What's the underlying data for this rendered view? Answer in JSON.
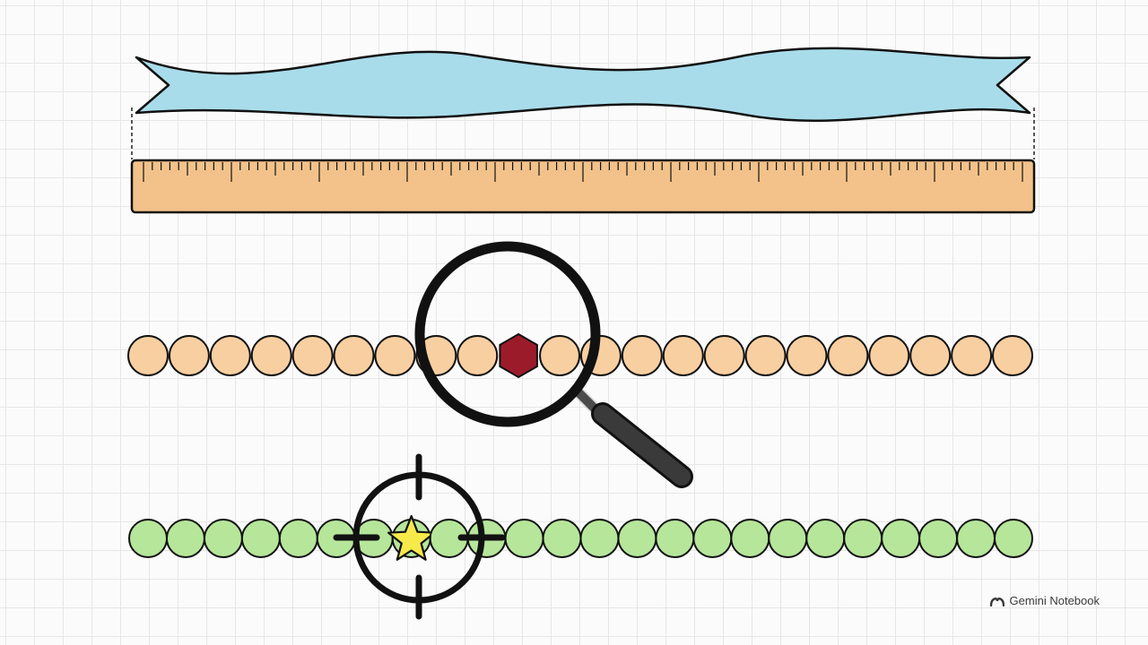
{
  "watermark": {
    "text": "Gemini Notebook"
  },
  "colors": {
    "ribbon": "#a9dcea",
    "ruler": "#f2c28a",
    "bead_orange": "#f8cfa0",
    "bead_green": "#b6e69a",
    "hexagon": "#9c1b2a",
    "star": "#f7e94a",
    "outline": "#111111"
  },
  "icons": {
    "magnifier": "magnifying-glass-icon",
    "target": "crosshair-icon",
    "odd_bead": "hexagon-icon",
    "marked_bead": "star-icon"
  },
  "bead_rows": [
    {
      "name": "orange-bead-row",
      "count": 22,
      "odd_index": 9,
      "odd_shape": "hexagon"
    },
    {
      "name": "green-bead-row",
      "count": 24,
      "marked_index": 7,
      "marked_shape": "star"
    }
  ]
}
